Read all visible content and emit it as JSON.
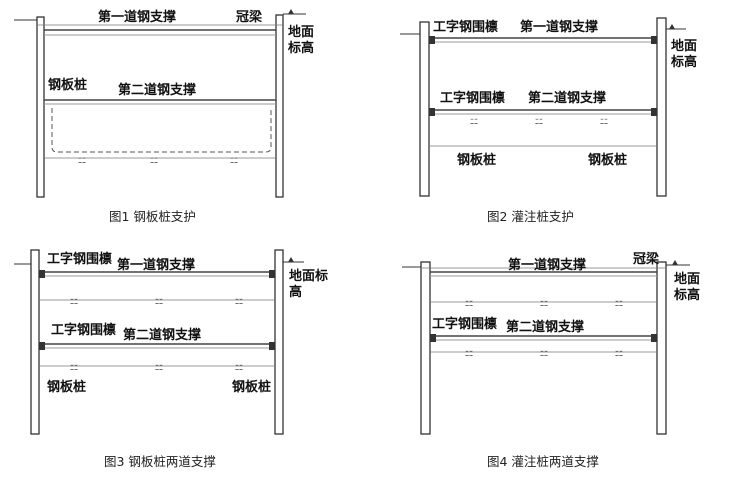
{
  "figures": [
    {
      "id": "fig1",
      "caption": "图1   钢板桩支护",
      "labels": {
        "strut1": "第一道钢支撑",
        "cap_beam": "冠梁",
        "ground": "地面\n标高",
        "pile": "钢板桩",
        "strut2": "第二道钢支撑"
      }
    },
    {
      "id": "fig2",
      "caption": "图2   灌注桩支护",
      "labels": {
        "waler1": "工字钢围檩",
        "strut1": "第一道钢支撑",
        "ground": "地面\n标高",
        "waler2": "工字钢围檩",
        "strut2": "第二道钢支撑",
        "pile_left": "钢板桩",
        "pile_right": "钢板桩"
      }
    },
    {
      "id": "fig3",
      "caption": "图3   钢板桩两道支撑",
      "labels": {
        "waler1": "工字钢围檩",
        "strut1": "第一道钢支撑",
        "ground": "地面标\n高",
        "waler2": "工字钢围檩",
        "strut2": "第二道钢支撑",
        "pile_left": "钢板桩",
        "pile_right": "钢板桩"
      }
    },
    {
      "id": "fig4",
      "caption": "图4   灌注桩两道支撑",
      "labels": {
        "strut1": "第一道钢支撑",
        "cap_beam": "冠梁",
        "ground": "地面\n标高",
        "waler2": "工字钢围檩",
        "strut2": "第二道钢支撑"
      }
    }
  ]
}
